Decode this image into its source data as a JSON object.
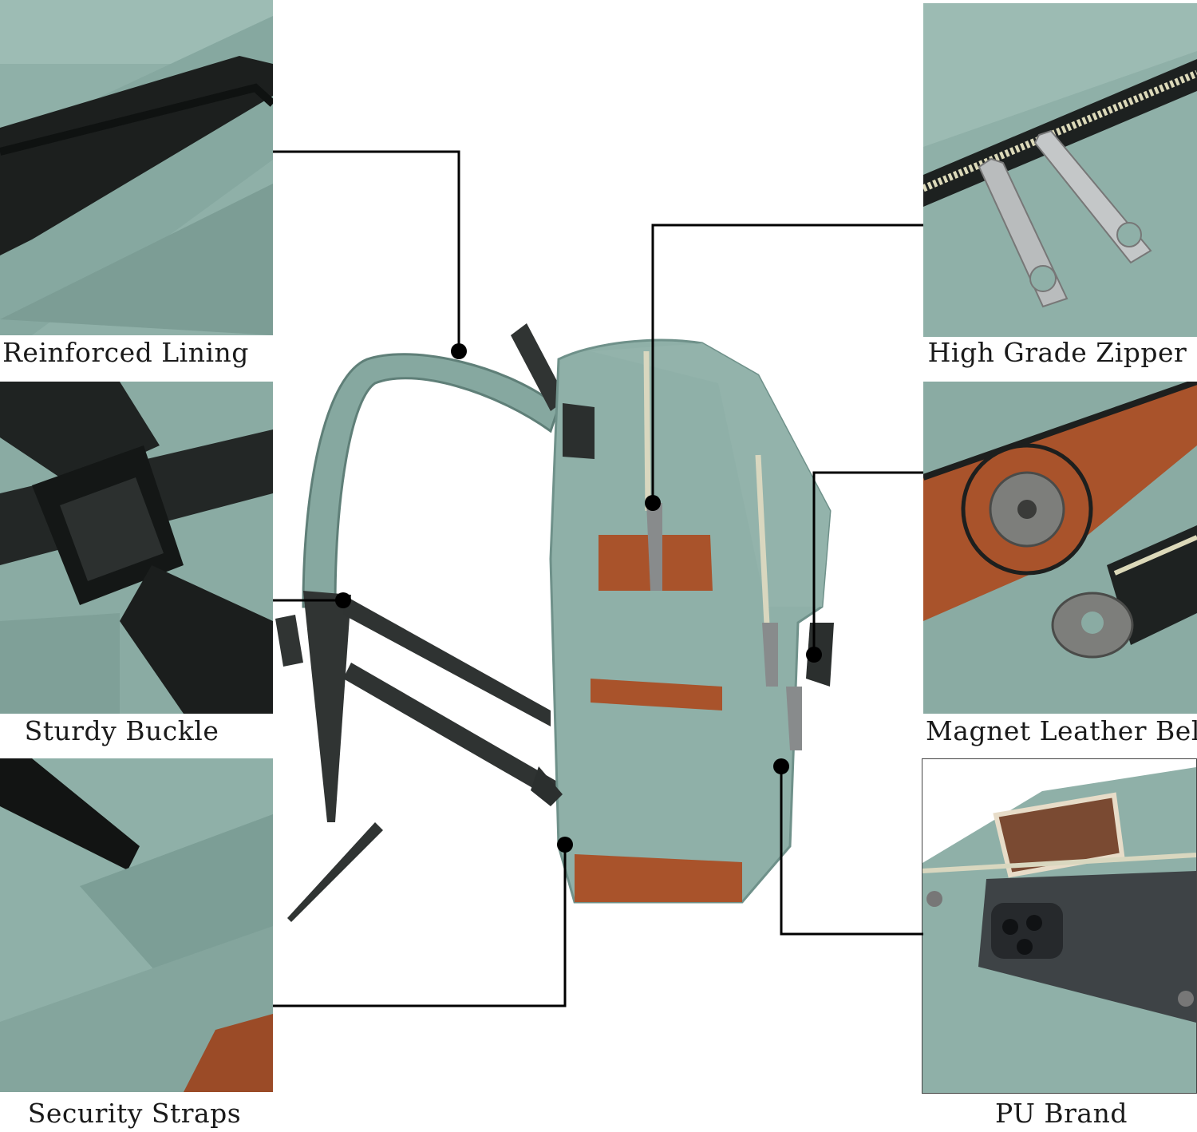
{
  "captions": {
    "reinforced_lining": "Reinforced Lining",
    "sturdy_buckle": "Sturdy Buckle",
    "security_straps": "Security Straps",
    "high_grade_zipper": "High Grade Zipper",
    "magnet_leather_belt": "Magnet Leather Belt",
    "pu_brand": "PU Brand"
  },
  "colors": {
    "fabric": "#8fb0a8",
    "fabric_dark": "#6f918a",
    "strap": "#2b2f2e",
    "leather": "#a9532b",
    "metal": "#b9bcbd",
    "leader": "#000000"
  }
}
